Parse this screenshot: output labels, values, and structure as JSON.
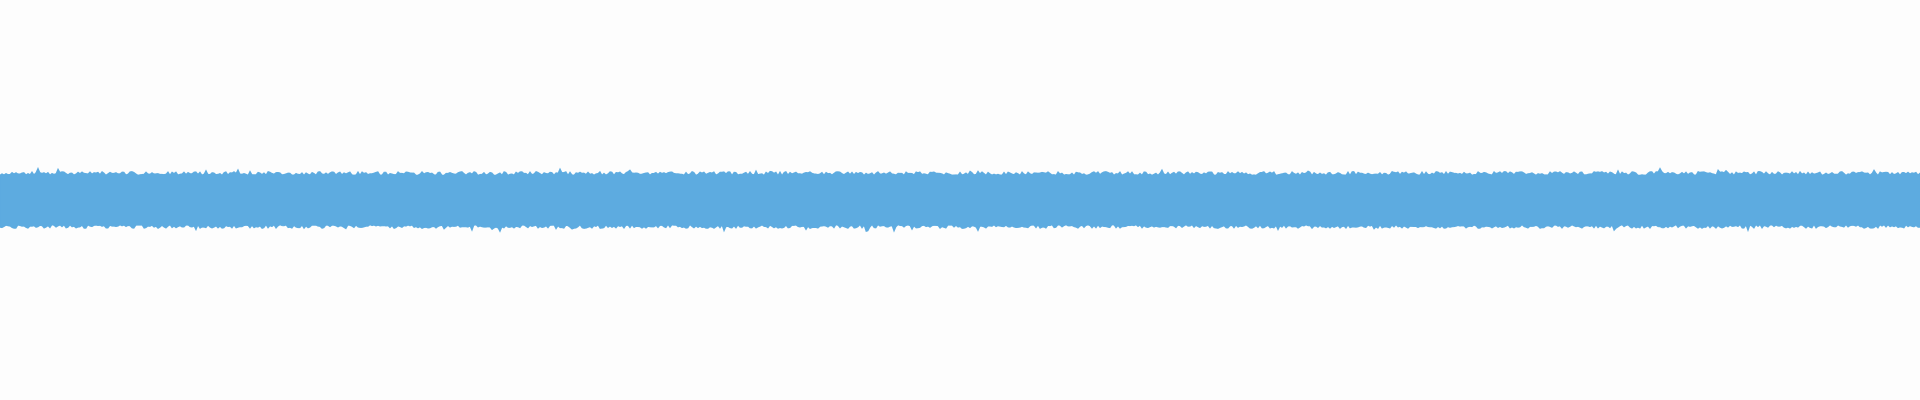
{
  "waveform": {
    "color": "#5dabe0",
    "background": "#fdfdfd",
    "baseline_amplitude": 0.48,
    "jitter_amplitude": 0.07,
    "peak_amplitude": 0.62
  }
}
